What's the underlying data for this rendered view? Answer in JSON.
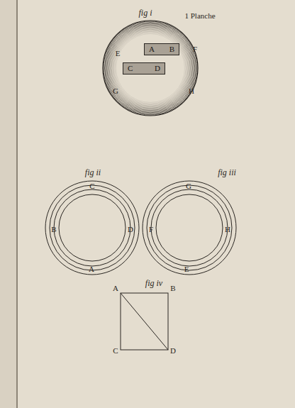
{
  "diagram": {
    "nodes": [
      {
        "text": [
          "A",
          "B"
        ]
      },
      {
        "text": [
          "C",
          "D"
        ]
      }
    ],
    "labels": [
      "fig i",
      "1 Planche",
      "E",
      "F",
      "G",
      "H",
      "fig ii",
      "C",
      "B",
      "D",
      "A",
      "fig iii",
      "G",
      "F",
      "H",
      "E",
      "fig iv",
      "A",
      "B",
      "C",
      "D"
    ]
  }
}
